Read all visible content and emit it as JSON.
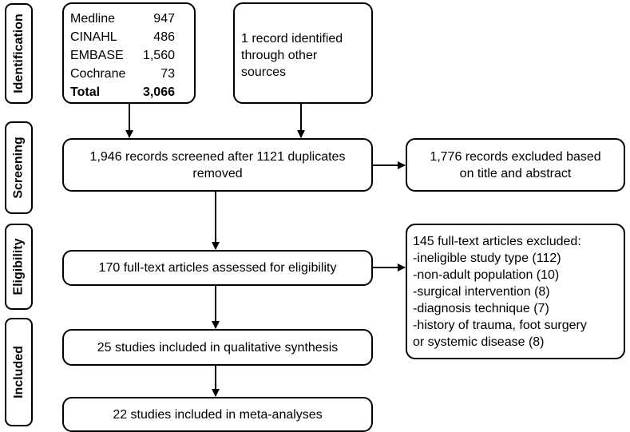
{
  "stages": {
    "identification": "Identification",
    "screening": "Screening",
    "eligibility": "Eligibility",
    "included": "Included"
  },
  "sources": {
    "rows": [
      {
        "label": "Medline",
        "value": "947"
      },
      {
        "label": "CINAHL",
        "value": "486"
      },
      {
        "label": "EMBASE",
        "value": "1,560"
      },
      {
        "label": "Cochrane",
        "value": "73"
      }
    ],
    "total_label": "Total",
    "total_value": "3,066"
  },
  "other_sources": {
    "line1": "1 record identified",
    "line2": "through other",
    "line3": "sources"
  },
  "screened": {
    "line1": "1,946 records screened after 1121 duplicates",
    "line2": "removed"
  },
  "excluded_title": {
    "line1": "1,776 records excluded based",
    "line2": "on title and abstract"
  },
  "assessed": {
    "text": "170 full-text articles assessed for eligibility"
  },
  "excluded_fulltext": {
    "heading": "145 full-text articles excluded:",
    "reasons": [
      "-ineligible study type (112)",
      "-non-adult population (10)",
      "-surgical intervention (8)",
      "-diagnosis technique (7)",
      "-history of trauma, foot surgery",
      "or systemic disease (8)"
    ]
  },
  "qualitative": {
    "text": "25 studies included in qualitative synthesis"
  },
  "meta": {
    "text": "22 studies included in meta-analyses"
  }
}
